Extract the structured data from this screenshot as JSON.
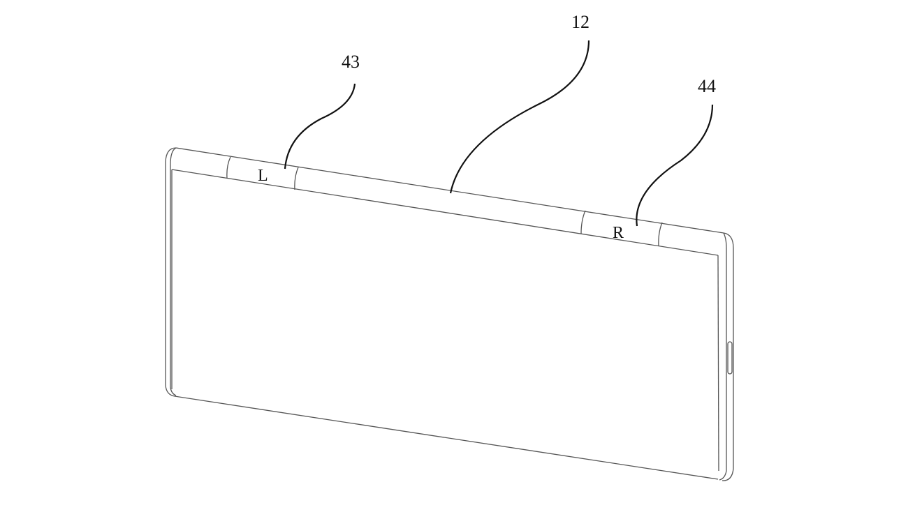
{
  "figure": {
    "reference_numerals": {
      "left_key": "43",
      "housing": "12",
      "right_key": "44"
    },
    "key_labels": {
      "left": "L",
      "right": "R"
    }
  }
}
